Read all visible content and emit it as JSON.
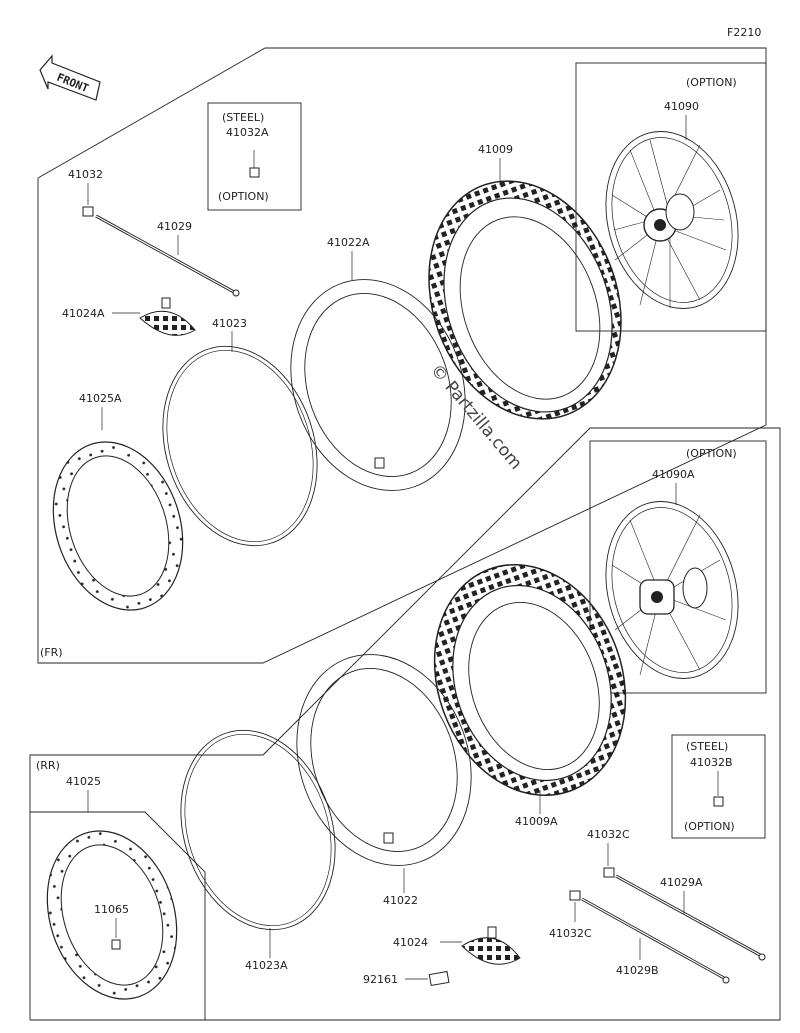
{
  "figure_code": "F2210",
  "front_label": "FRONT",
  "watermark": "© Partzilla.com",
  "front_section": {
    "section_label": "(FR)",
    "option_top": "(OPTION)",
    "steel_box": {
      "steel": "(STEEL)",
      "part": "41032A",
      "option": "(OPTION)"
    },
    "parts": {
      "p41032": "41032",
      "p41029": "41029",
      "p41024a": "41024A",
      "p41023": "41023",
      "p41025a": "41025A",
      "p41022a": "41022A",
      "p41009": "41009",
      "p41090": "41090"
    }
  },
  "rear_section": {
    "section_label": "(RR)",
    "option_top": "(OPTION)",
    "steel_box": {
      "steel": "(STEEL)",
      "part": "41032B",
      "option": "(OPTION)"
    },
    "parts": {
      "p41090a": "41090A",
      "p41009a": "41009A",
      "p41025": "41025",
      "p11065": "11065",
      "p41023a": "41023A",
      "p41022": "41022",
      "p41024": "41024",
      "p92161": "92161",
      "p41032c_top": "41032C",
      "p41032c_bottom": "41032C",
      "p41029a": "41029A",
      "p41029b": "41029B"
    }
  }
}
